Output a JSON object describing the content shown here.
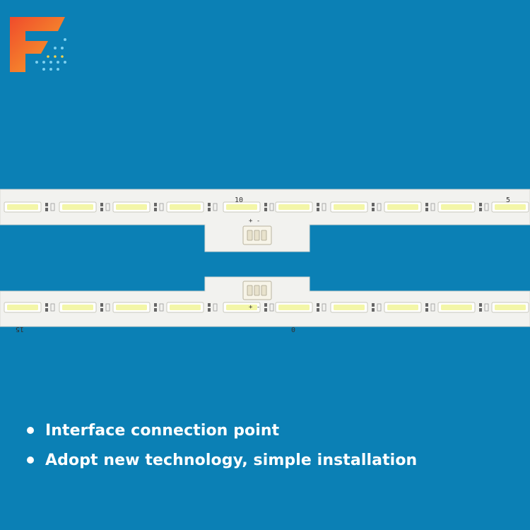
{
  "brand": {
    "logo_icon": "F-logo-icon",
    "primary_color": "#f0502a",
    "accent_color": "#f7b733"
  },
  "strips": {
    "top": {
      "label_a": "10",
      "label_b": "5",
      "connector_marks": "+ -"
    },
    "bottom": {
      "label_a": "15",
      "label_b": "0",
      "connector_marks": "+ -"
    }
  },
  "features": [
    {
      "text": "Interface connection point"
    },
    {
      "text": "Adopt new technology, simple installation"
    }
  ],
  "colors": {
    "background": "#0b80b5",
    "strip": "#f2f2ef",
    "led": "#f3f6a8"
  }
}
